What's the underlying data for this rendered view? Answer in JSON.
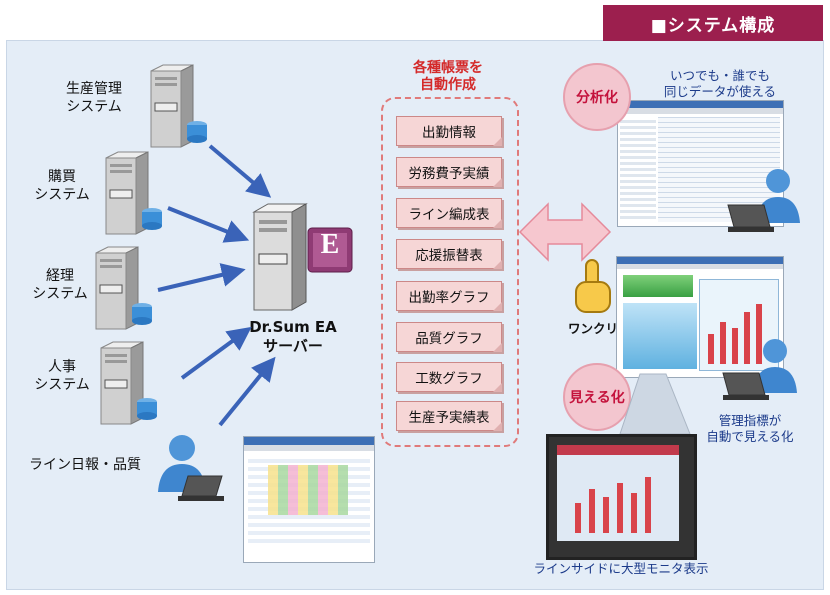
{
  "header": {
    "title": "■システム構成"
  },
  "sources": [
    {
      "label": "生産管理\nシステム"
    },
    {
      "label": "購買\nシステム"
    },
    {
      "label": "経理\nシステム"
    },
    {
      "label": "人事\nシステム"
    },
    {
      "label": "ライン日報・品質"
    }
  ],
  "server": {
    "label_line1": "Dr.Sum EA",
    "label_line2": "サーバー",
    "logo_letter": "E"
  },
  "reports": {
    "title_line1": "各種帳票を",
    "title_line2": "自動作成",
    "items": [
      "出勤情報",
      "労務費予実績",
      "ライン編成表",
      "応援振替表",
      "出勤率グラフ",
      "品質グラフ",
      "工数グラフ",
      "生産予実績表"
    ]
  },
  "right": {
    "analysis_bubble": "分析化",
    "analysis_caption_line1": "いつでも・誰でも",
    "analysis_caption_line2": "同じデータが使える",
    "oneclick_label": "ワンクリ",
    "visible_bubble": "見える化",
    "visible_caption_line1": "管理指標が",
    "visible_caption_line2": "自動で見える化",
    "monitor_caption": "ラインサイドに大型モニタ表示"
  },
  "colors": {
    "accent": "#9c1f4e",
    "arrow_blue": "#3a63b8",
    "doc_red": "#d42a2a"
  }
}
